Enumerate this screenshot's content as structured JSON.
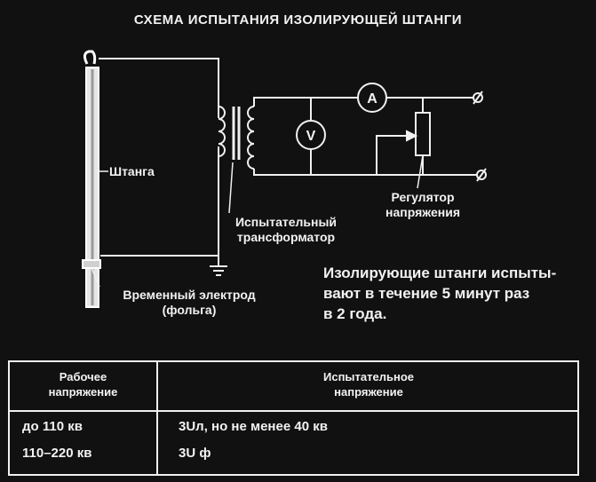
{
  "title": "СХЕМА ИСПЫТАНИЯ ИЗОЛИРУЮЩЕЙ ШТАНГИ",
  "labels": {
    "rod": "Штанга",
    "transformer_line1": "Испытательный",
    "transformer_line2": "трансформатор",
    "regulator_line1": "Регулятор",
    "regulator_line2": "напряжения",
    "electrode_line1": "Временный электрод",
    "electrode_line2": "(фольга)",
    "ammeter": "A",
    "voltmeter": "V"
  },
  "note": {
    "line1": "Изолирующие штанги испыты-",
    "line2": "вают в течение 5 минут раз",
    "line3": "в 2 года."
  },
  "table": {
    "headers": [
      {
        "line1": "Рабочее",
        "line2": "напряжение"
      },
      {
        "line1": "Испытательное",
        "line2": "напряжение"
      }
    ],
    "rows": [
      {
        "working": "до 110 кв",
        "test": "3Uл, но не менее 40 кв"
      },
      {
        "working": "110–220 кв",
        "test": "3U ф"
      }
    ]
  },
  "colors": {
    "background": "#111111",
    "foreground": "#f2f2f2"
  }
}
